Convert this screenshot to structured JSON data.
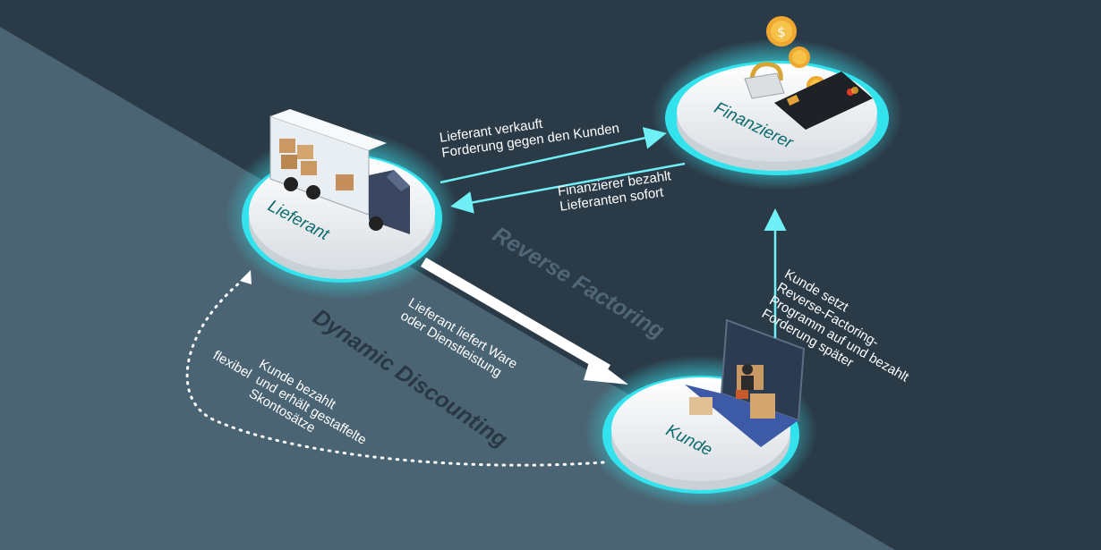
{
  "nodes": {
    "supplier": "Lieferant",
    "financier": "Finanzierer",
    "customer": "Kunde"
  },
  "flows": {
    "sells_claim": "Lieferant verkauft\nForderung gegen den Kunden",
    "financier_pays": "Finanzierer bezahlt\nLieferanten sofort",
    "delivers": "Lieferant liefert Ware\noder Dienstleistung",
    "customer_sets_up": "Kunde setzt\nReverse-Factoring-\nProgramm auf und bezahlt\nForderung später",
    "customer_pays_discount": "Kunde bezahlt\nflexibel  und erhält gestaffelte\nSkontosätze"
  },
  "schemes": {
    "reverse_factoring": "Reverse Factoring",
    "dynamic_discounting": "Dynamic Discounting"
  },
  "colors": {
    "dark_bg": "#2b3a47",
    "light_bg": "#4a6473",
    "glow": "#38e8f2",
    "label": "#0e6b70"
  }
}
